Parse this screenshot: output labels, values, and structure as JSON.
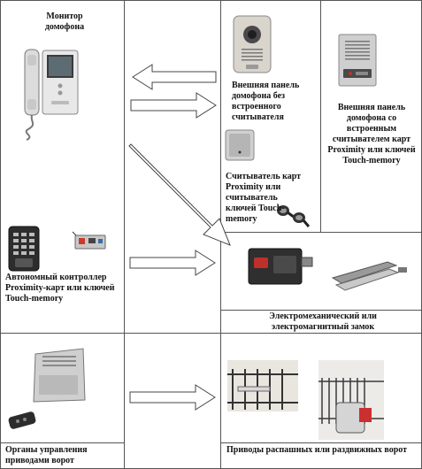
{
  "labels": {
    "monitor": "Монитор домофона",
    "panel_no_reader": "Внешняя панель домофона без встроенного считывателя",
    "panel_with_reader": "Внешняя панель домофона со встроенным считывателем карт Proximity или ключей Touch-memory",
    "card_reader": "Считыватель карт Proximity или считыватель ключей Touch-memory",
    "controller": "Автономный контроллер Proximity-карт  или ключей Touch-memory",
    "lock": "Электромеханический или электромагнитный замок",
    "gate_controls": "Органы управления приводами ворот",
    "gate_drives": "Приводы распашных или  раздвижных ворот"
  }
}
